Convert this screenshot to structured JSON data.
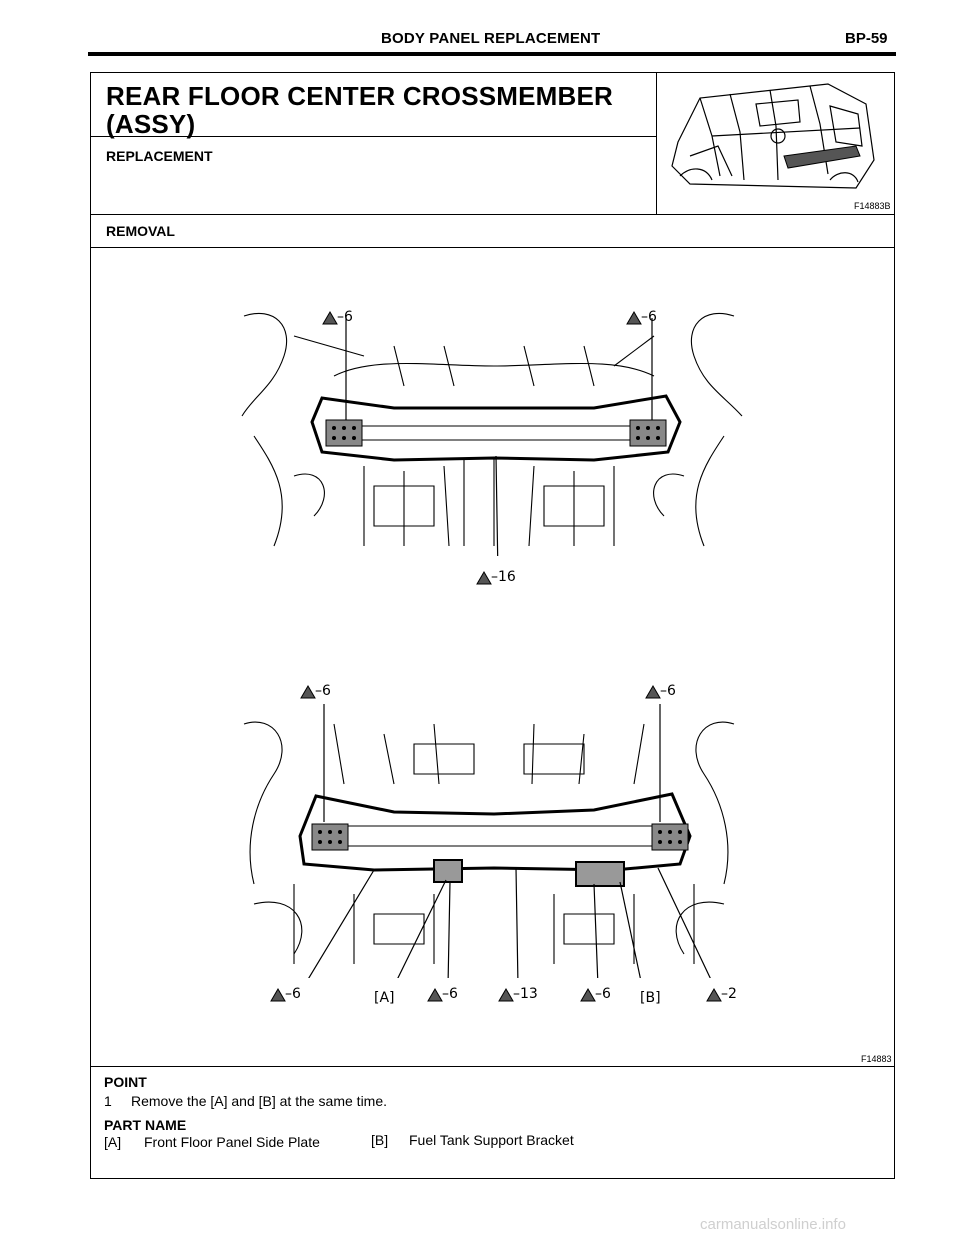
{
  "header": {
    "title": "BODY PANEL REPLACEMENT",
    "page": "BP-59"
  },
  "section": {
    "title_line1": "REAR FLOOR CENTER CROSSMEMBER",
    "title_line2": "(ASSY)",
    "subtitle": "REPLACEMENT",
    "thumb_code": "F14883B"
  },
  "removal": {
    "heading": "REMOVAL",
    "figure_code": "F14883",
    "top_labels": {
      "left": "6",
      "right": "6",
      "center": "16"
    },
    "bottom_labels": {
      "top_left": "6",
      "top_right": "6",
      "b1": "6",
      "b2_tag": "[A]",
      "b3": "6",
      "b4": "13",
      "b5": "6",
      "b6_tag": "[B]",
      "b7": "2"
    }
  },
  "point": {
    "heading": "POINT",
    "num": "1",
    "text": "Remove the [A] and [B] at the same time."
  },
  "part_name": {
    "heading": "PART NAME",
    "a_tag": "[A]",
    "a_text": "Front Floor Panel Side Plate",
    "b_tag": "[B]",
    "b_text": "Fuel Tank Support Bracket"
  },
  "footer": {
    "watermark": "carmanualsonline.info"
  }
}
